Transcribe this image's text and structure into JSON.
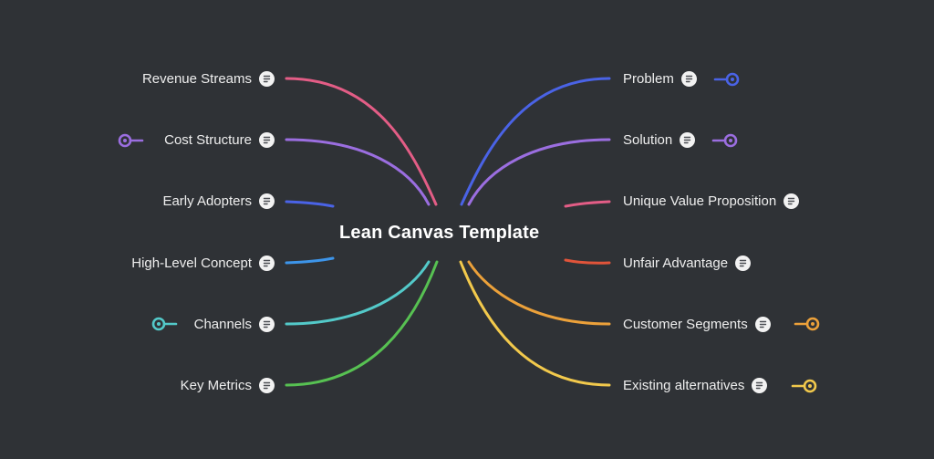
{
  "center": {
    "title": "Lean Canvas Template"
  },
  "left_topics": [
    {
      "label": "Revenue Streams",
      "color": "#e35d86"
    },
    {
      "label": "Cost Structure",
      "color": "#9b6ee0",
      "marker": "target-icon"
    },
    {
      "label": "Early Adopters",
      "color": "#4a63e6"
    },
    {
      "label": "High-Level Concept",
      "color": "#3d95ea"
    },
    {
      "label": "Channels",
      "color": "#53c9c9",
      "marker": "target-icon"
    },
    {
      "label": "Key Metrics",
      "color": "#57c152"
    }
  ],
  "right_topics": [
    {
      "label": "Problem",
      "color": "#4a63e6",
      "marker": "target-icon"
    },
    {
      "label": "Solution",
      "color": "#9b6ee0",
      "marker": "target-icon"
    },
    {
      "label": "Unique Value Proposition",
      "color": "#e35d86"
    },
    {
      "label": "Unfair Advantage",
      "color": "#e1543a"
    },
    {
      "label": "Customer Segments",
      "color": "#eca13a",
      "marker": "target-icon"
    },
    {
      "label": "Existing alternatives",
      "color": "#f2c94c",
      "marker": "target-icon"
    }
  ],
  "note_icon": "note-icon",
  "background": "#2f3236"
}
